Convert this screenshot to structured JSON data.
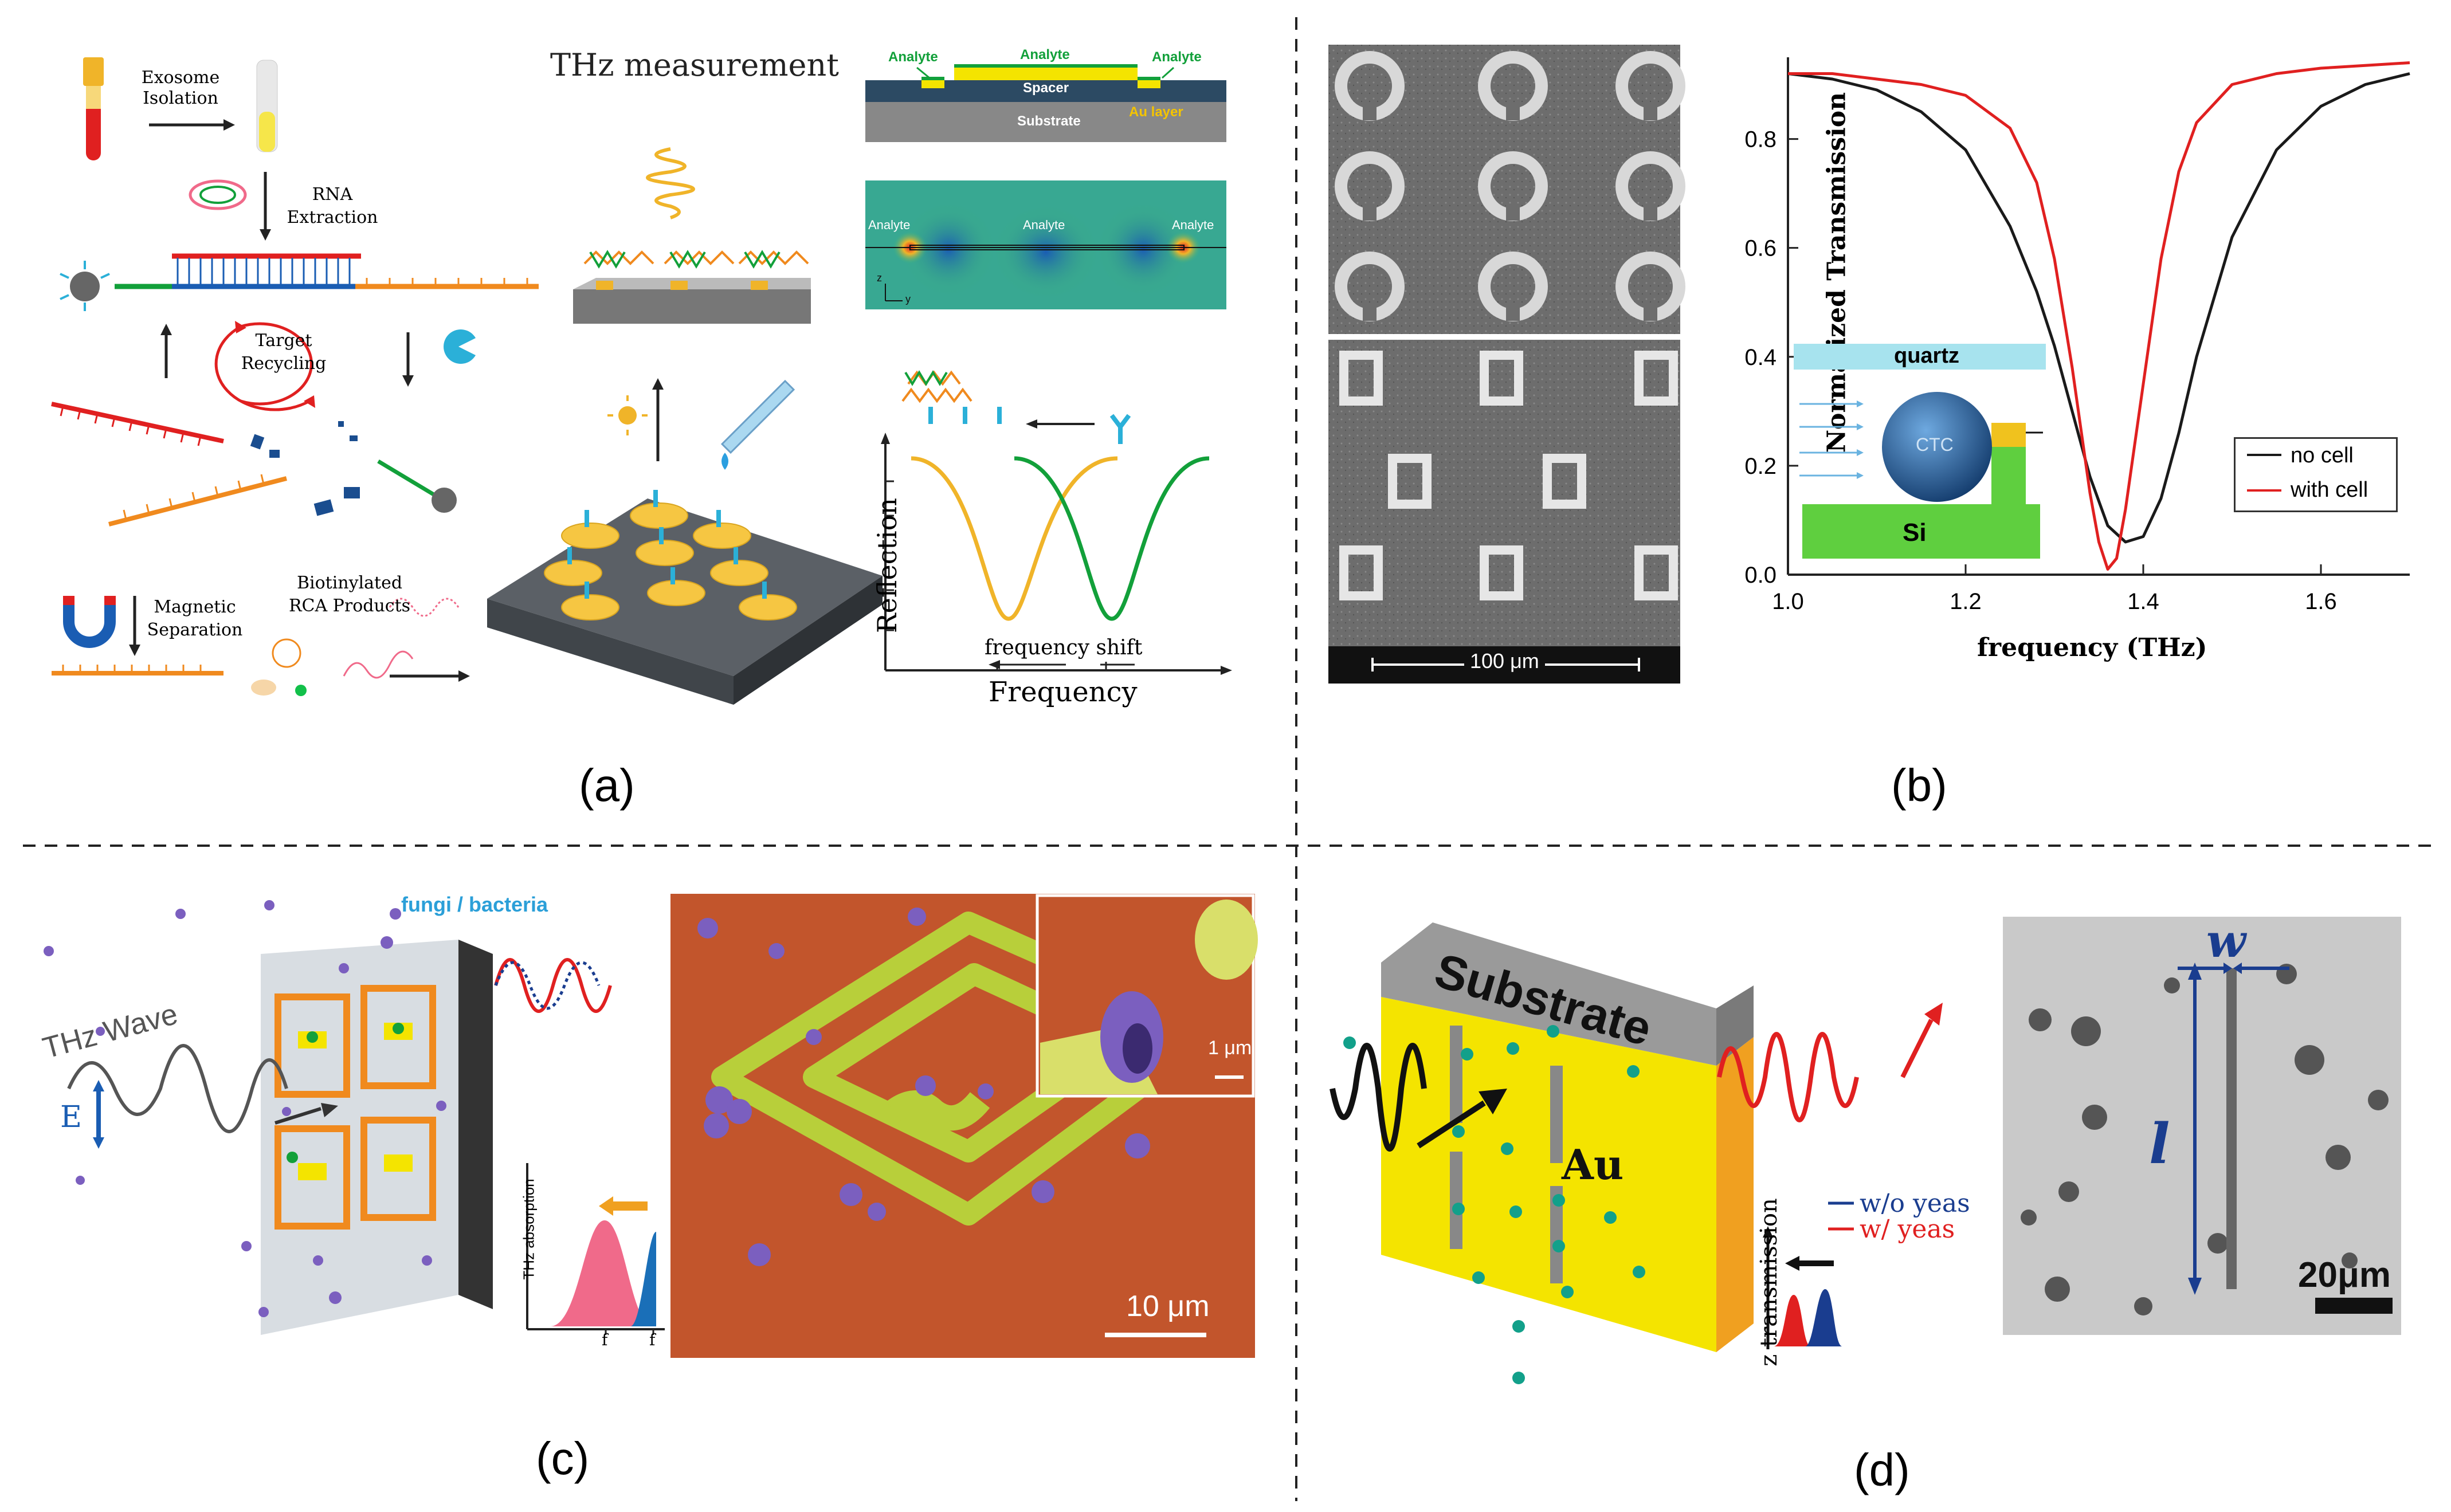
{
  "colors": {
    "red": "#e02020",
    "black": "#1a1a1a",
    "green": "#12a03a",
    "gold": "#f0b429",
    "gold_light": "#f7d87a",
    "quartz": "#a7e3ee",
    "si_green": "#5fcf3f",
    "ctc_blue": "#2a6fb0",
    "sem_red": "#c2552c",
    "sem_gray": "#9a9a9a",
    "au_yellow": "#f4e400",
    "resonator_orange": "#f08a1e",
    "cell_purple": "#7b5fbf",
    "blue_navy": "#1a3d8f",
    "pink": "#f06a8a"
  },
  "panel_a": {
    "label": "(a)",
    "exosome_isolation": [
      "Exosome",
      "Isolation"
    ],
    "rna_extraction": [
      "RNA",
      "Extraction"
    ],
    "target_recycling": [
      "Target",
      "Recycling"
    ],
    "magnetic_separation": [
      "Magnetic",
      "Separation"
    ],
    "biotinylated": [
      "Biotinylated",
      "RCA Products"
    ],
    "thz_measurement": "THz measurement",
    "layer_top": {
      "analyte_left": "Analyte",
      "analyte_center": "Analyte",
      "analyte_right": "Analyte",
      "spacer": "Spacer",
      "substrate": "Substrate",
      "au_layer": "Au layer"
    },
    "field_map": {
      "analyte_left": "Analyte",
      "analyte_center": "Analyte",
      "analyte_right": "Analyte",
      "axis_z": "z",
      "axis_y": "y"
    },
    "reflection_plot": {
      "ylabel": "Reflection",
      "xlabel": "Frequency",
      "shift_label": "frequency shift"
    }
  },
  "panel_b": {
    "label": "(b)",
    "scale_bar": "100 μm",
    "inset": {
      "quartz": "quartz",
      "ctc": "CTC",
      "si": "Si"
    },
    "chart_data": {
      "type": "line",
      "xlabel": "frequency (THz)",
      "ylabel": "Normalized Transmission",
      "xlim": [
        1.0,
        1.7
      ],
      "ylim": [
        0.0,
        0.95
      ],
      "xticks": [
        1.0,
        1.2,
        1.4,
        1.6
      ],
      "yticks": [
        0.0,
        0.2,
        0.4,
        0.6,
        0.8
      ],
      "xtick_labels": [
        "1.0",
        "1.2",
        "1.4",
        "1.6"
      ],
      "ytick_labels": [
        "0.0",
        "0.2",
        "0.4",
        "0.6",
        "0.8"
      ],
      "legend_placement": "lower-right",
      "series": [
        {
          "name": "no cell",
          "color": "#1a1a1a",
          "x": [
            1.0,
            1.05,
            1.1,
            1.15,
            1.2,
            1.25,
            1.28,
            1.3,
            1.32,
            1.34,
            1.36,
            1.38,
            1.4,
            1.42,
            1.44,
            1.46,
            1.5,
            1.55,
            1.6,
            1.65,
            1.7
          ],
          "y": [
            0.92,
            0.91,
            0.89,
            0.85,
            0.78,
            0.64,
            0.52,
            0.42,
            0.3,
            0.18,
            0.09,
            0.06,
            0.07,
            0.14,
            0.26,
            0.4,
            0.62,
            0.78,
            0.86,
            0.9,
            0.92
          ]
        },
        {
          "name": "with cell",
          "color": "#e02020",
          "x": [
            1.0,
            1.05,
            1.1,
            1.15,
            1.2,
            1.25,
            1.28,
            1.3,
            1.32,
            1.34,
            1.35,
            1.36,
            1.37,
            1.38,
            1.4,
            1.42,
            1.44,
            1.46,
            1.5,
            1.55,
            1.6,
            1.65,
            1.7
          ],
          "y": [
            0.92,
            0.92,
            0.91,
            0.9,
            0.88,
            0.82,
            0.72,
            0.58,
            0.38,
            0.15,
            0.06,
            0.01,
            0.03,
            0.12,
            0.35,
            0.58,
            0.74,
            0.83,
            0.9,
            0.92,
            0.93,
            0.935,
            0.94
          ]
        }
      ]
    }
  },
  "panel_c": {
    "label": "(c)",
    "fungi_label": "fungi / bacteria",
    "thz_wave": "THz Wave",
    "e_field": "E",
    "thz_absorption": "THz absorption",
    "f_label_1": "f",
    "f_label_2": "f",
    "scale_small": "1 μm",
    "scale_large": "10 μm"
  },
  "panel_d": {
    "label": "(d)",
    "substrate": "Substrate",
    "au": "Au",
    "transmission_axis": "z transmission",
    "legend_wo": "w/o yeas",
    "legend_w": "w/ yeas",
    "w_label": "w",
    "l_label": "l",
    "scale": "20μm"
  }
}
